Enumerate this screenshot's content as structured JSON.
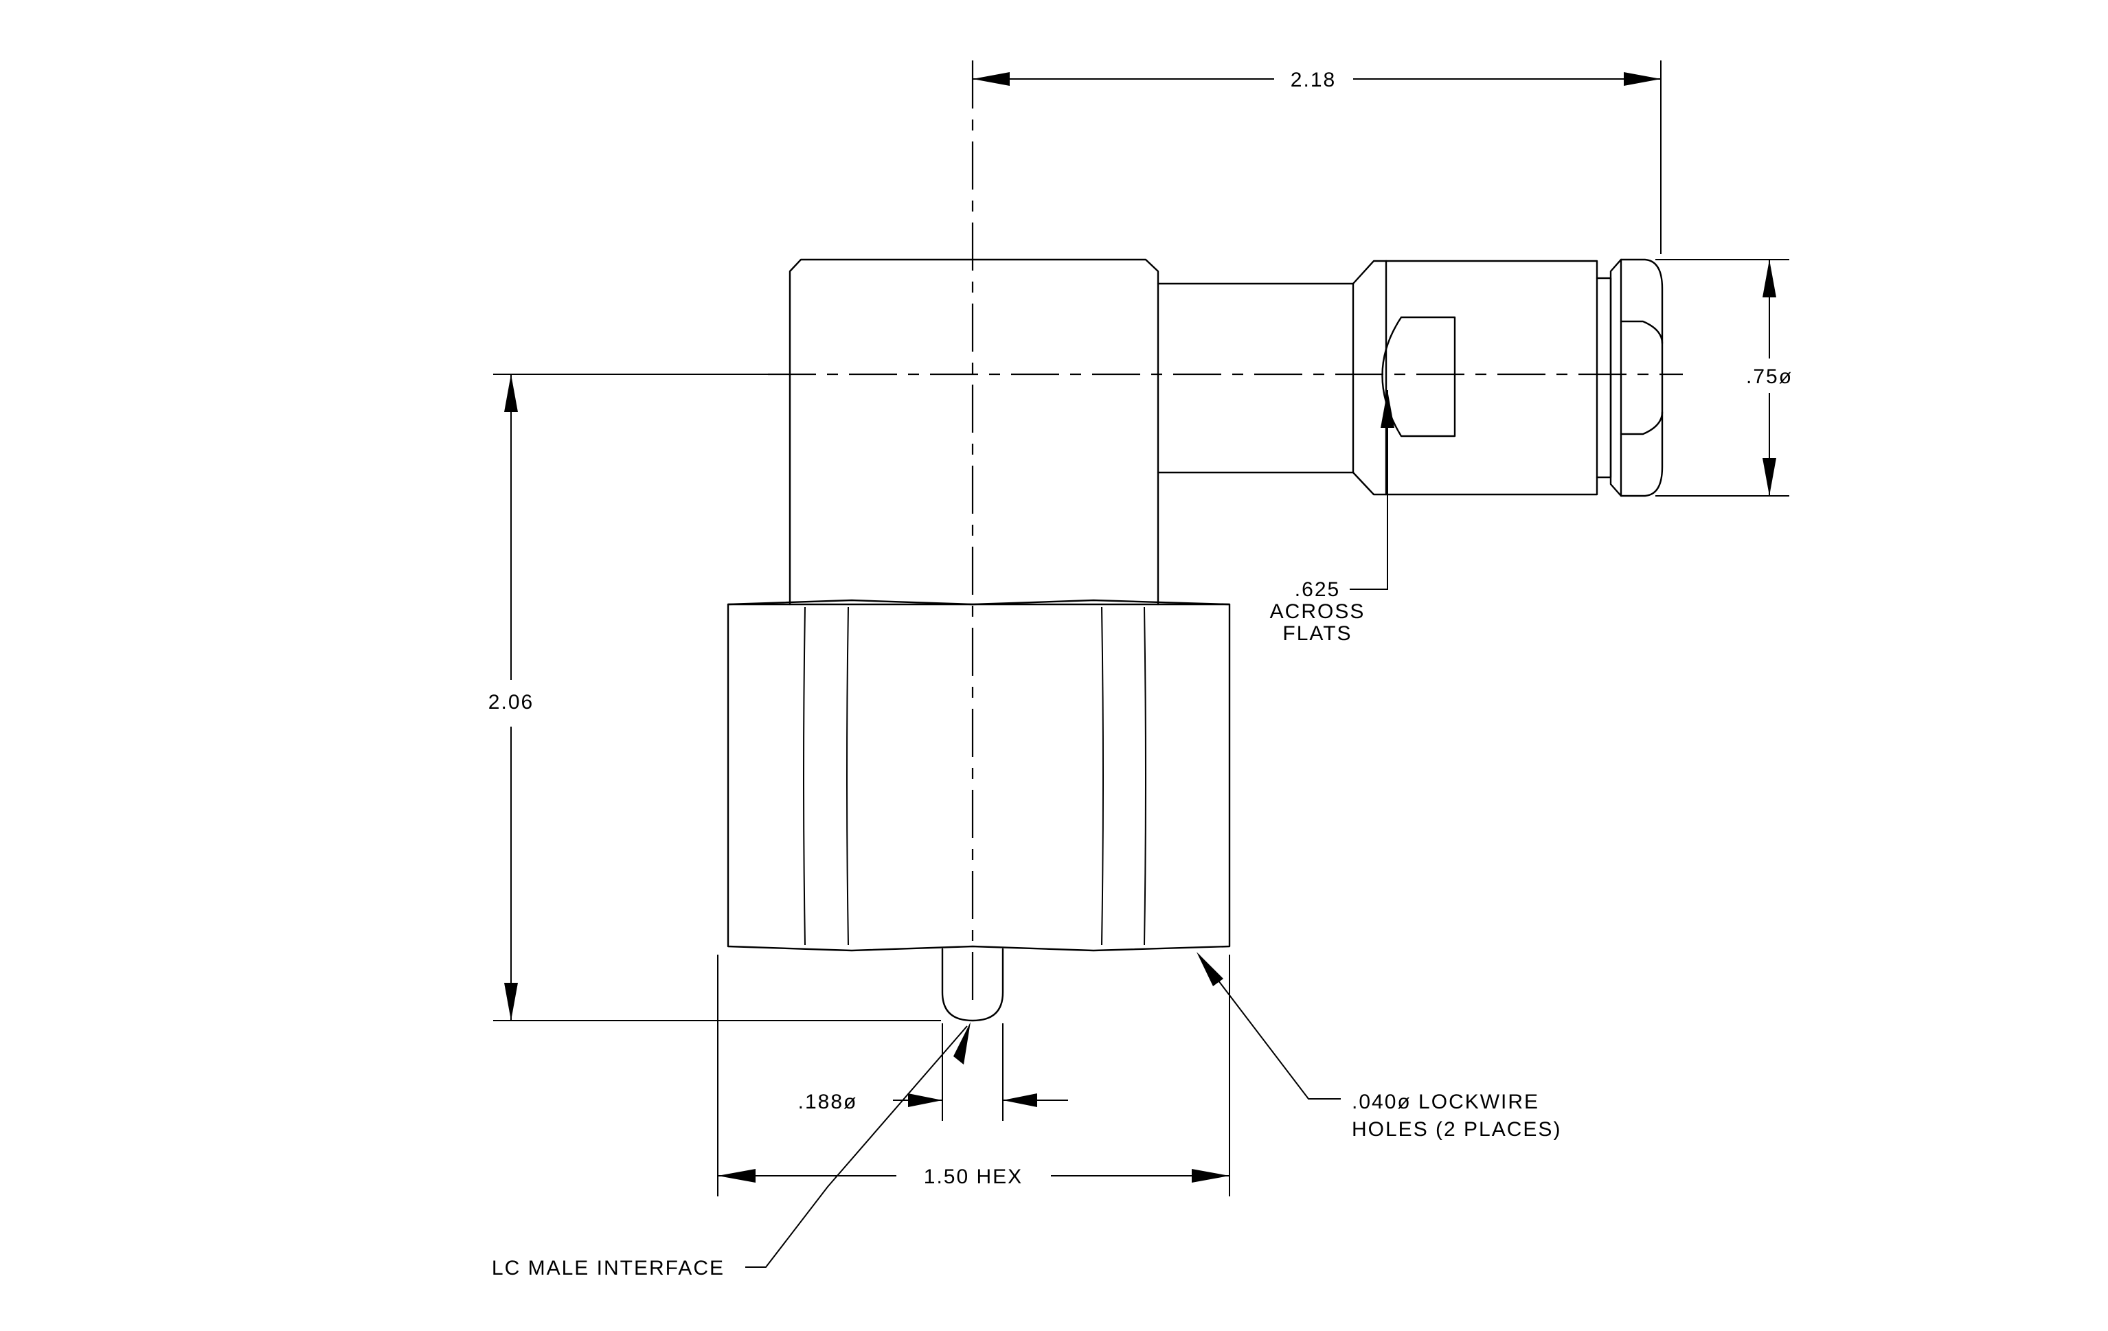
{
  "labels": {
    "overall_length": "2.18",
    "height": "2.06",
    "outer_diameter": ".75ø",
    "across_flats_value": ".625",
    "across_flats_line2": "ACROSS",
    "across_flats_line3": "FLATS",
    "pin_diameter": ".188ø",
    "hex_size": "1.50 HEX",
    "lockwire_line1": ".040ø LOCKWIRE",
    "lockwire_line2": "HOLES (2 PLACES)",
    "interface": "LC MALE INTERFACE"
  }
}
